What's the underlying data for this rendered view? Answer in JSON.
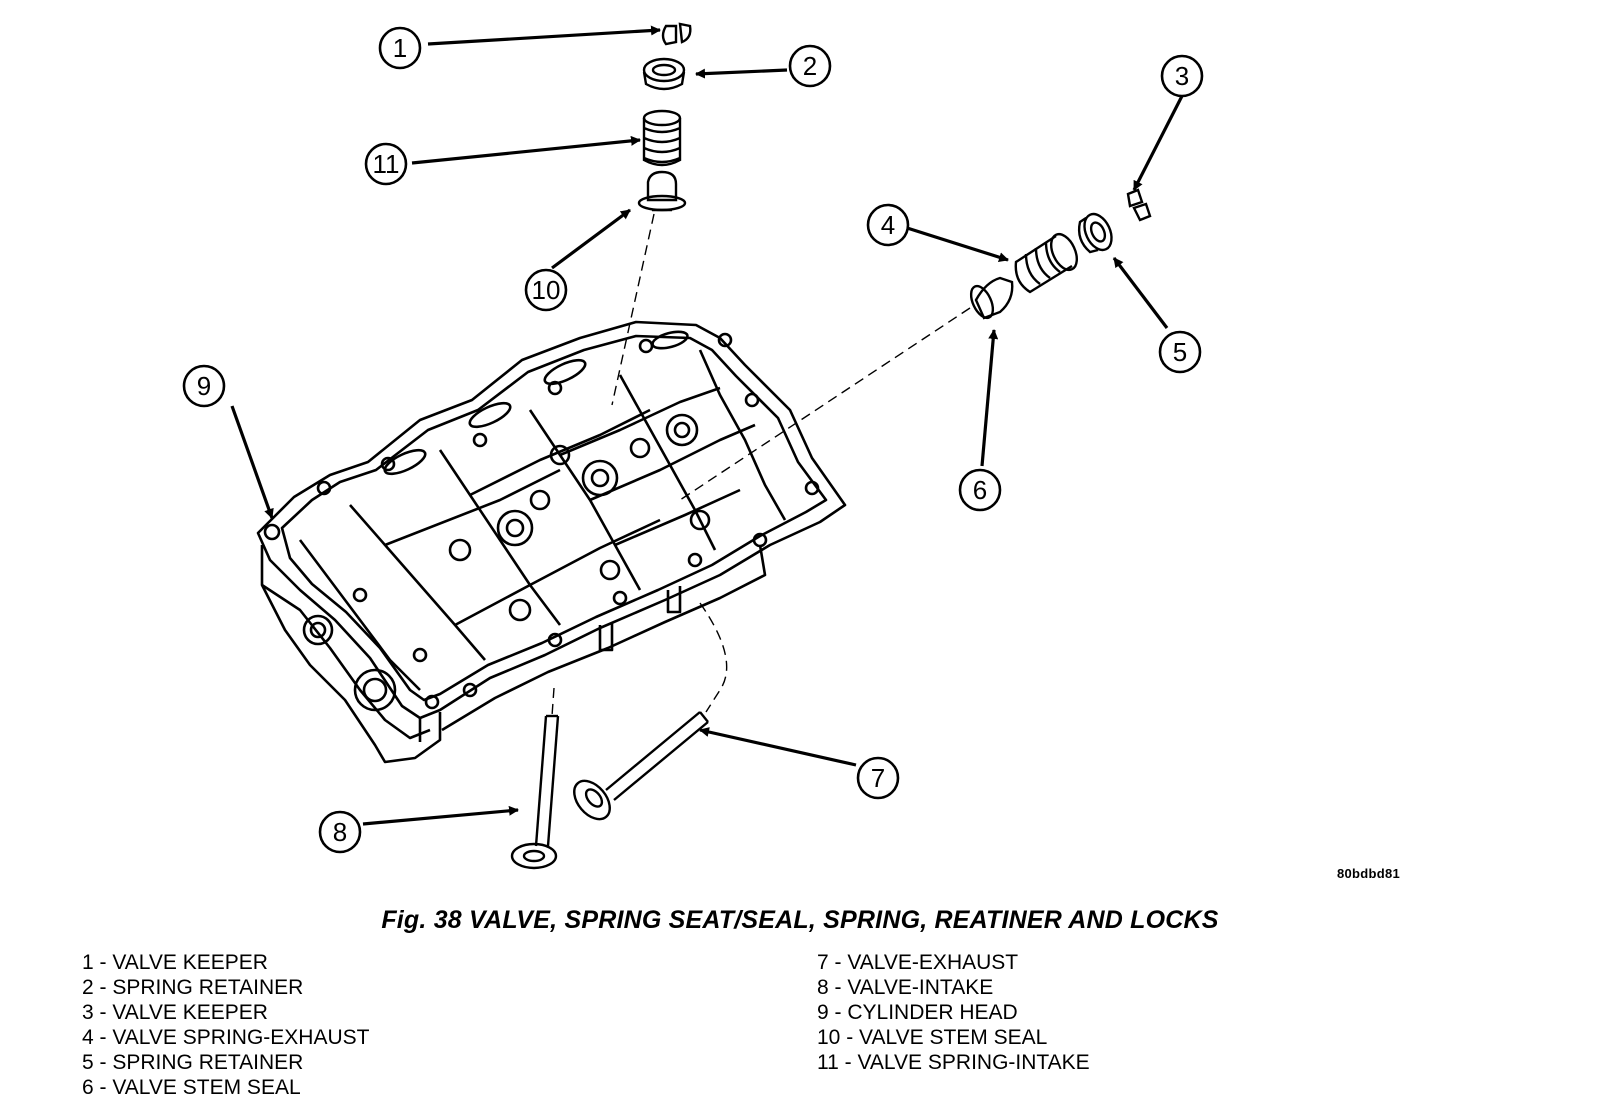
{
  "figure": {
    "caption": "Fig. 38 VALVE, SPRING SEAT/SEAL, SPRING, REATINER AND LOCKS",
    "code": "80bdbd81",
    "line_color": "#000000",
    "background": "#ffffff"
  },
  "callouts": [
    "1",
    "2",
    "3",
    "4",
    "5",
    "6",
    "7",
    "8",
    "9",
    "10",
    "11"
  ],
  "legend": {
    "left": [
      "1 - VALVE KEEPER",
      "2 - SPRING RETAINER",
      "3 - VALVE KEEPER",
      "4 - VALVE SPRING-EXHAUST",
      "5 - SPRING RETAINER",
      "6 - VALVE STEM SEAL"
    ],
    "right": [
      "7 - VALVE-EXHAUST",
      "8 - VALVE-INTAKE",
      "9 - CYLINDER HEAD",
      "10 - VALVE STEM SEAL",
      "11 - VALVE SPRING-INTAKE"
    ]
  }
}
